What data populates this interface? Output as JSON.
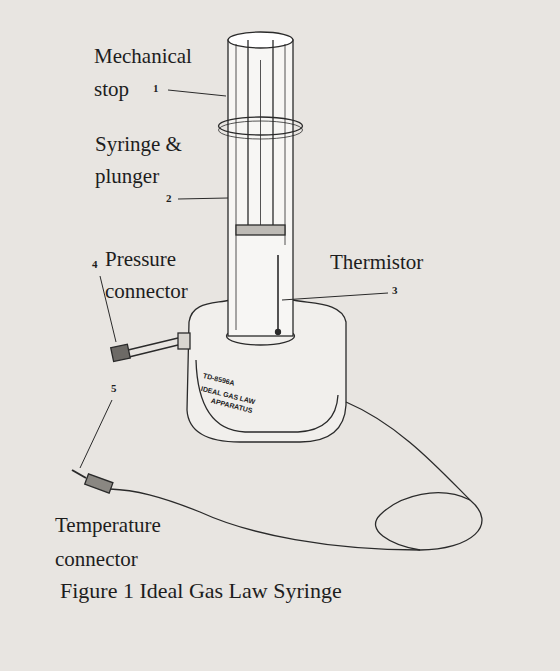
{
  "diagram": {
    "caption": "Figure 1 Ideal Gas Law Syringe",
    "labels": [
      "Mechanical stop",
      "1",
      "Syringe & plunger",
      "2",
      "Thermistor",
      "3",
      "Pressure connector",
      "4",
      "5",
      "TD-8596A",
      "IDEAL GAS LAW",
      "APPARATUS",
      "Temperature connector"
    ]
  }
}
